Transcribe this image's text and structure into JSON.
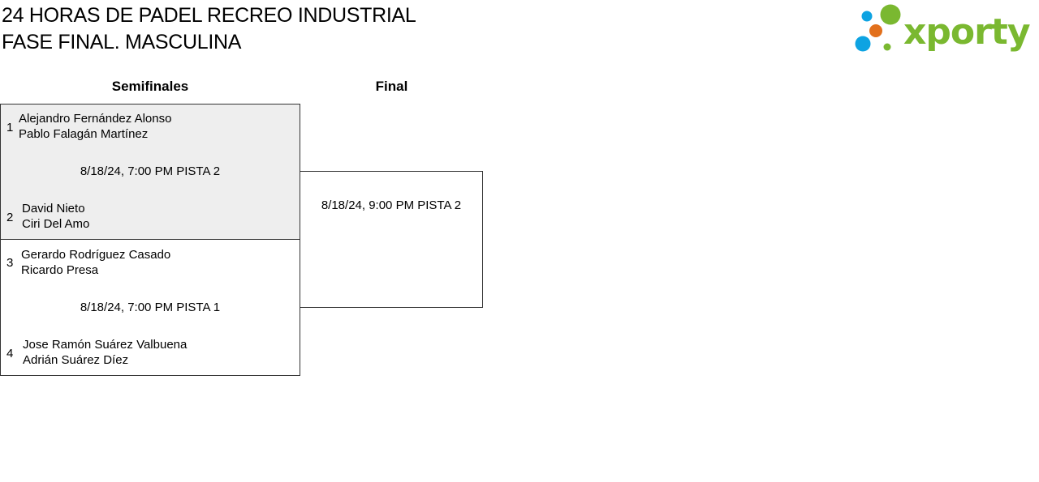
{
  "header": {
    "title_line1": "24 HORAS DE PADEL RECREO INDUSTRIAL",
    "title_line2": "FASE FINAL. MASCULINA"
  },
  "logo": {
    "text": "xporty",
    "colors": {
      "green": "#7ab830",
      "orange": "#e2701c",
      "blue": "#0da3e2"
    }
  },
  "bracket": {
    "columns": {
      "semis": "Semifinales",
      "final": "Final"
    },
    "semifinal_1": {
      "schedule": "8/18/24, 7:00 PM PISTA 2",
      "team_a": {
        "seed": "1",
        "player1": "Alejandro Fernández Alonso",
        "player2": "Pablo Falagán Martínez"
      },
      "team_b": {
        "seed": "2",
        "player1": "David Nieto",
        "player2": "Ciri Del Amo"
      }
    },
    "semifinal_2": {
      "schedule": "8/18/24, 7:00 PM PISTA 1",
      "team_a": {
        "seed": "3",
        "player1": "Gerardo Rodríguez Casado",
        "player2": "Ricardo Presa"
      },
      "team_b": {
        "seed": "4",
        "player1": "Jose Ramón Suárez Valbuena",
        "player2": "Adrián Suárez Díez"
      }
    },
    "final": {
      "schedule": "8/18/24, 9:00 PM PISTA 2"
    }
  },
  "colors": {
    "shaded_match": "#eeeeee",
    "border": "#333333"
  }
}
